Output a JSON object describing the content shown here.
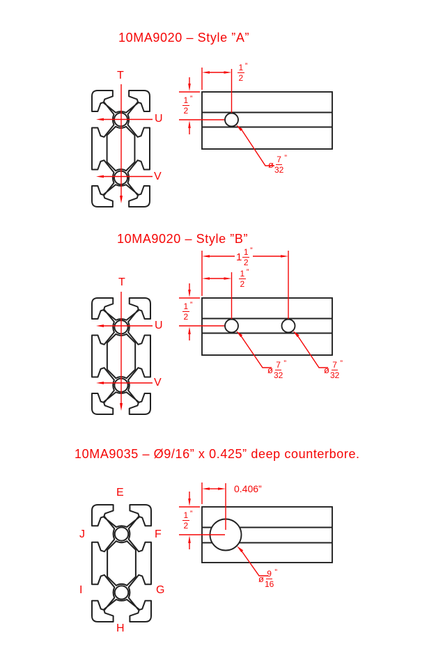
{
  "colors": {
    "red": "#f50505",
    "ink": "#222222",
    "background": "#ffffff"
  },
  "sections": {
    "a": {
      "title": "10MA9020 – Style ”A”",
      "profile_labels": {
        "t": "T",
        "u": "U",
        "v": "V"
      },
      "dim_horizontal": {
        "num": "1",
        "den": "2",
        "unit": "”"
      },
      "dim_vertical": {
        "num": "1",
        "den": "2",
        "unit": "”"
      },
      "hole_callout": {
        "symbol": "ø",
        "num": "7",
        "den": "32",
        "unit": "”"
      }
    },
    "b": {
      "title": "10MA9020 – Style ”B”",
      "profile_labels": {
        "t": "T",
        "u": "U",
        "v": "V"
      },
      "dim_span": {
        "whole": "1",
        "num": "1",
        "den": "2",
        "unit": "”"
      },
      "dim_horizontal": {
        "num": "1",
        "den": "2",
        "unit": "”"
      },
      "dim_vertical": {
        "num": "1",
        "den": "2",
        "unit": "”"
      },
      "hole_callout_1": {
        "symbol": "ø",
        "num": "7",
        "den": "32",
        "unit": "”"
      },
      "hole_callout_2": {
        "symbol": "ø",
        "num": "7",
        "den": "32",
        "unit": "”"
      }
    },
    "c": {
      "title": "10MA9035 – Ø9/16” x 0.425” deep counterbore.",
      "profile_labels": {
        "e": "E",
        "j": "J",
        "f": "F",
        "i": "I",
        "g": "G",
        "h": "H"
      },
      "dim_horizontal": "0.406”",
      "dim_vertical": {
        "num": "1",
        "den": "2",
        "unit": "”"
      },
      "hole_callout": {
        "symbol": "ø",
        "num": "9",
        "den": "16",
        "unit": "”"
      }
    }
  }
}
